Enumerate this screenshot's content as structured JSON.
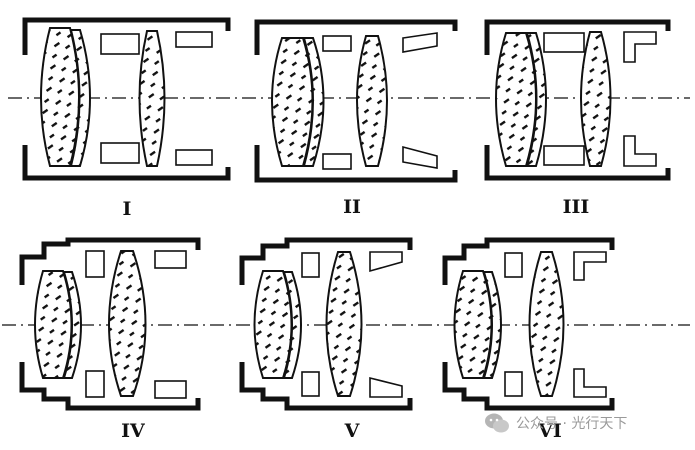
{
  "figure": {
    "labels": [
      "I",
      "II",
      "III",
      "IV",
      "V",
      "VI"
    ]
  },
  "watermark": {
    "text": "公众号 · 光行天下"
  }
}
